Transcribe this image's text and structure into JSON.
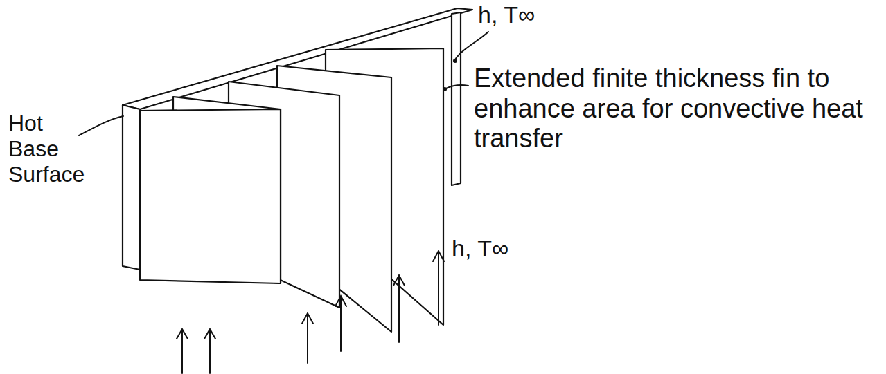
{
  "diagram": {
    "labels": [
      "h, T∞",
      "Extended finite thickness fin to enhance area for convective heat transfer",
      "Hot Base Surface",
      "h, T∞"
    ]
  }
}
